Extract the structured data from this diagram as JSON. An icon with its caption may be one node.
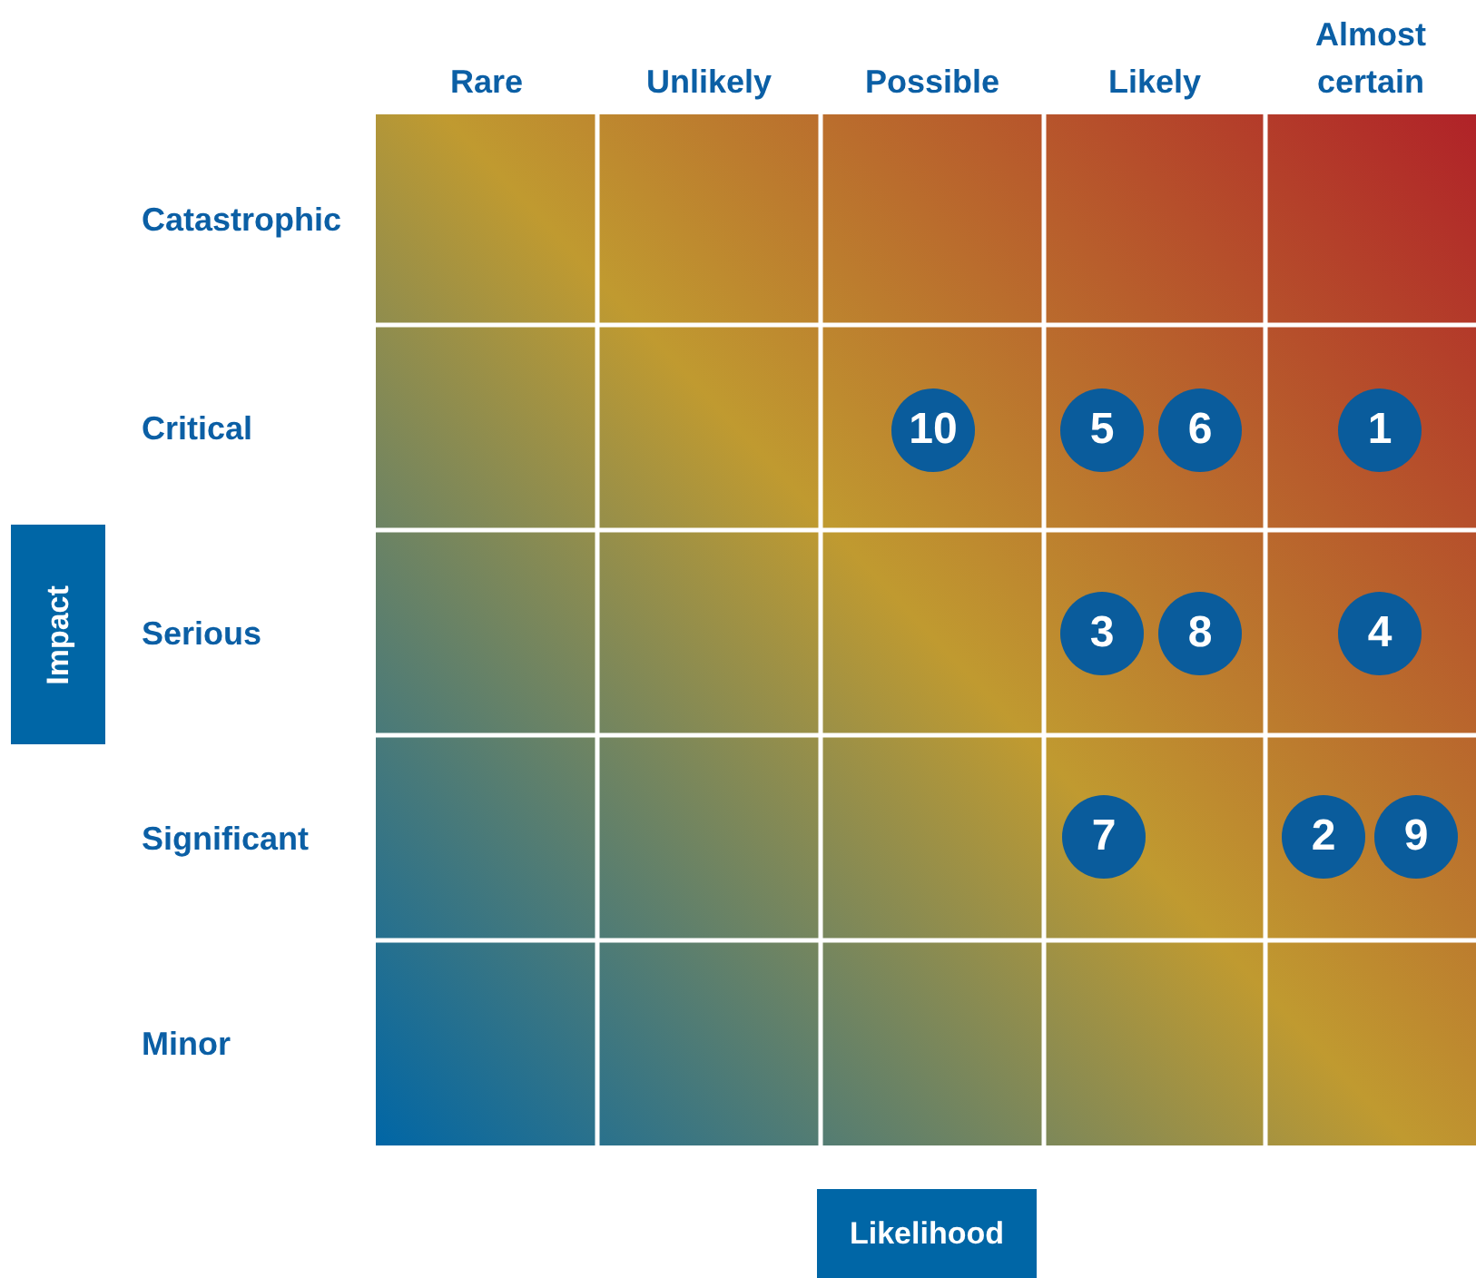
{
  "diagram": {
    "nodes": [
      {
        "text": [
          "10"
        ]
      },
      {
        "text": [
          "5"
        ]
      },
      {
        "text": [
          "6"
        ]
      },
      {
        "text": [
          "1"
        ]
      },
      {
        "text": [
          "Impact"
        ]
      },
      {
        "text": [
          "3"
        ]
      },
      {
        "text": [
          "8"
        ]
      },
      {
        "text": [
          "4"
        ]
      },
      {
        "text": [
          "7"
        ]
      },
      {
        "text": [
          "2"
        ]
      },
      {
        "text": [
          "9"
        ]
      },
      {
        "text": [
          "Likelihood"
        ]
      }
    ],
    "labels": [
      "Rare",
      "Unlikely",
      "Possible",
      "Likely",
      "Almost certain",
      "Catastrophic",
      "Critical",
      "Serious",
      "Significant",
      "Minor"
    ]
  }
}
